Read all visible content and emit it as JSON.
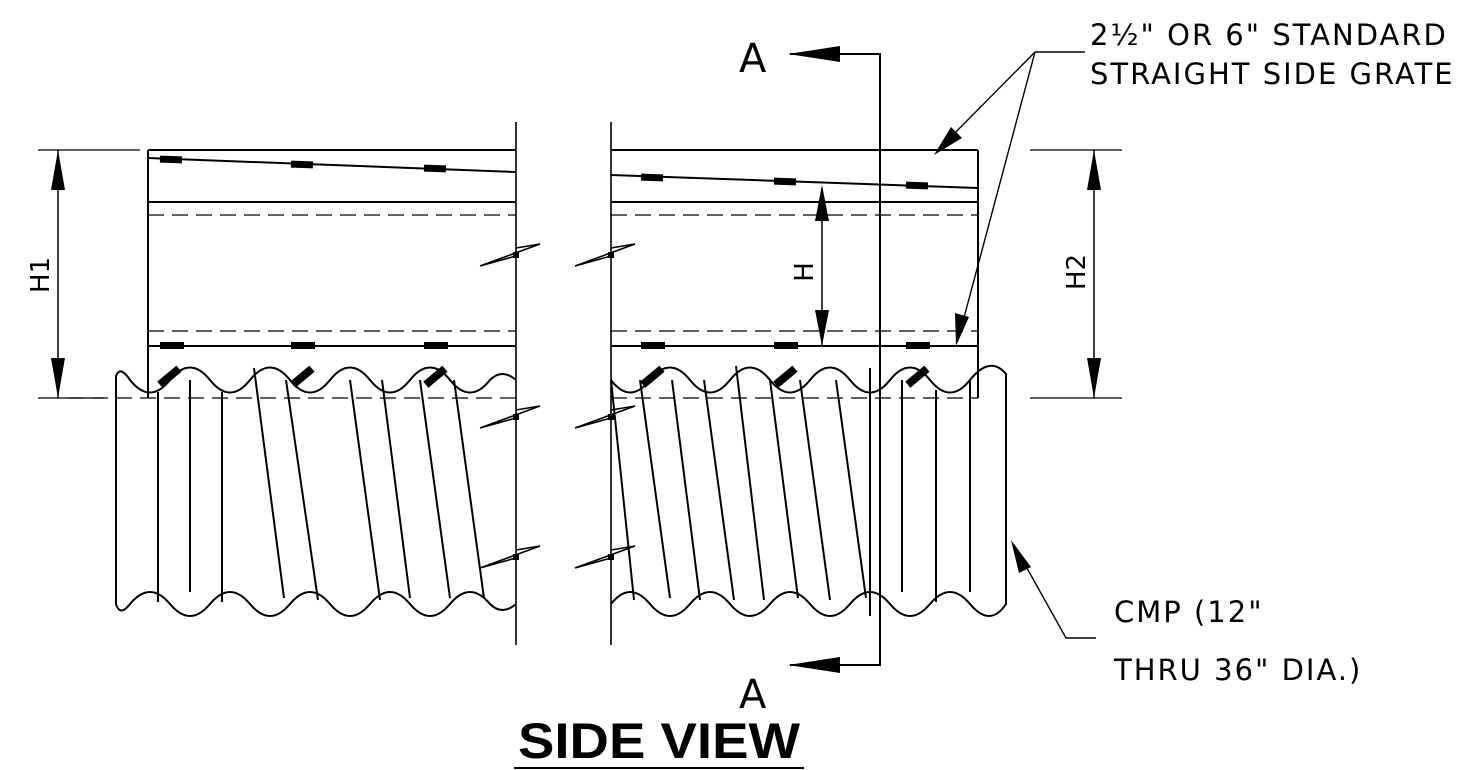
{
  "labels": {
    "grate_note_line1": "2½\" OR 6\" STANDARD",
    "grate_note_line2": "STRAIGHT SIDE GRATE",
    "section_top": "A",
    "section_bottom": "A",
    "dim_h1": "H1",
    "dim_h": "H",
    "dim_h2": "H2",
    "cmp_note_line1": "CMP (12\"",
    "cmp_note_line2": "THRU 36\" DIA.)",
    "view_title": "SIDE VIEW"
  }
}
